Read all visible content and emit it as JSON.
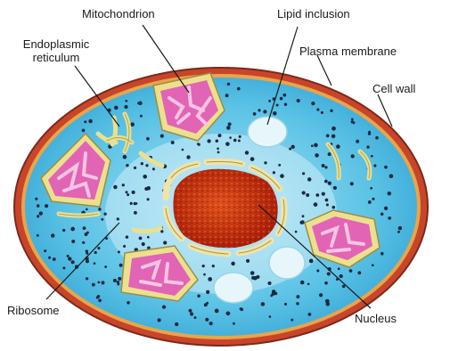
{
  "labels": {
    "mitochondrion": "Mitochondrion",
    "lipid_inclusion": "Lipid inclusion",
    "endoplasmic_line1": "Endoplasmic",
    "endoplasmic_line2": "reticulum",
    "plasma_membrane": "Plasma membrane",
    "cell_wall": "Cell wall",
    "ribosome": "Ribosome",
    "nucleus": "Nucleus"
  },
  "colors": {
    "cell_wall": "#c8452a",
    "cell_wall_dark": "#7a2a1a",
    "plasma_membrane": "#e8a54a",
    "cytoplasm": "#5cc3e6",
    "cytoplasm_light": "#9fdcf2",
    "nucleus": "#c83010",
    "nucleus_dark": "#8a1a08",
    "nuclear_envelope": "#f1e4a4",
    "mitochondrion_outer": "#ece08e",
    "mitochondrion_inner": "#e264b4",
    "mitochondrion_cristae": "#f7c4e4",
    "er": "#ece08e",
    "ribosome": "#1c2a44",
    "lipid": "#e6f6fb"
  }
}
